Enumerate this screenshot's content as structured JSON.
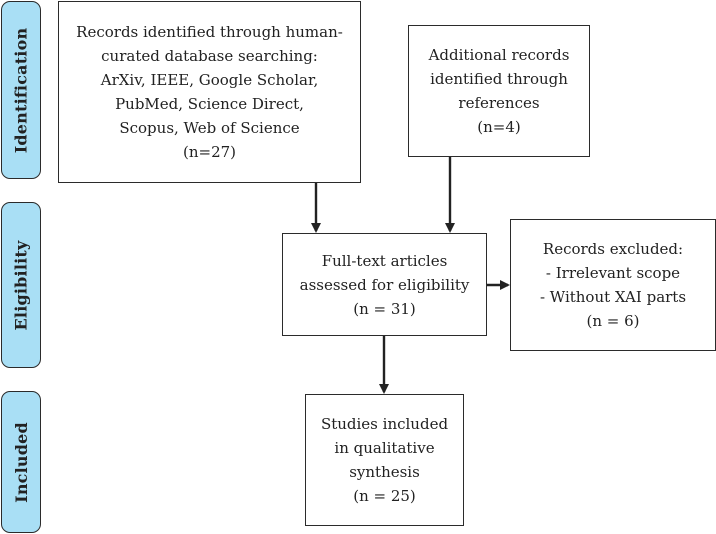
{
  "stages": {
    "identification": "Identification",
    "eligibility": "Eligibility",
    "included": "Included"
  },
  "boxes": {
    "database_search": {
      "lines": [
        "Records identified through human-",
        "curated database searching:",
        "ArXiv, IEEE, Google Scholar,",
        "PubMed, Science Direct,",
        "Scopus, Web of Science",
        "(n=27)"
      ]
    },
    "additional_records": {
      "lines": [
        "Additional records",
        "identified through",
        "references",
        "(n=4)"
      ]
    },
    "full_text": {
      "lines": [
        "Full-text articles",
        "assessed for eligibility",
        "(n = 31)"
      ]
    },
    "excluded": {
      "lines": [
        "Records excluded:",
        "- Irrelevant scope",
        "- Without XAI parts",
        "(n = 6)"
      ]
    },
    "included_studies": {
      "lines": [
        "Studies included",
        "in qualitative",
        "synthesis",
        "(n = 25)"
      ]
    }
  },
  "colors": {
    "stage_fill": "#a9dff5",
    "border": "#2b2b2b",
    "arrow": "#222222"
  }
}
